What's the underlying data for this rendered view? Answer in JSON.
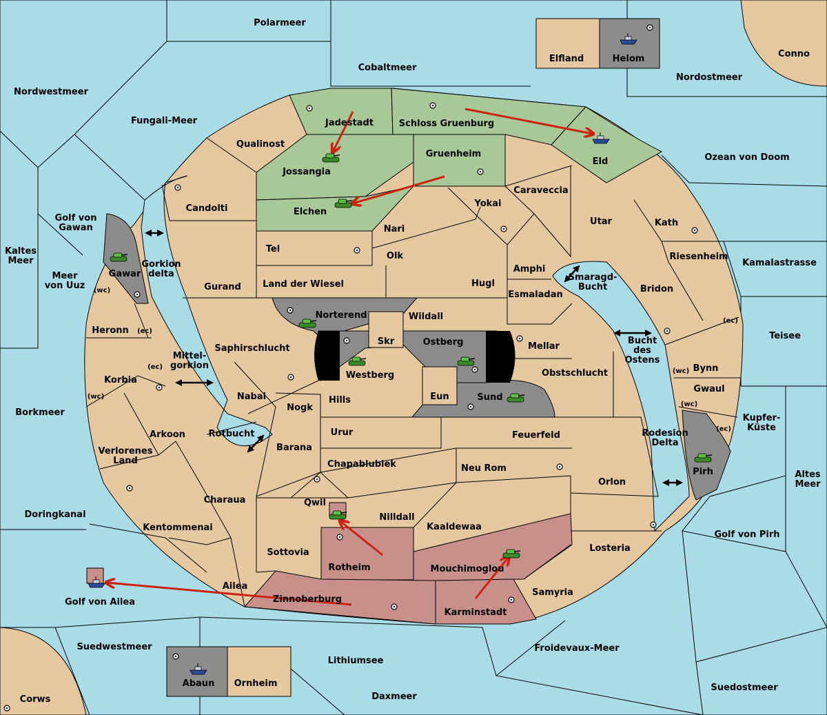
{
  "colors": {
    "sea": "#aadce8",
    "land": "#e5c8a0",
    "green_power": "#a8c898",
    "red_power": "#c8908a",
    "grey_power": "#8c8c8c",
    "move_arrow": "#cc2211"
  },
  "seas": {
    "polarmeer": "Polarmeer",
    "cobaltmeer": "Cobaltmeer",
    "nordwestmeer": "Nordwestmeer",
    "fungali": "Fungali-Meer",
    "nordostmeer": "Nordostmeer",
    "conno": "Conno",
    "ozean": "Ozean von Doom",
    "kamalastrasse": "Kamalastrasse",
    "teisee": "Teisee",
    "kupfer": "Kupfer-\nKüste",
    "altes": "Altes\nMeer",
    "golf_pirh": "Golf von Pirh",
    "suedostmeer": "Suedostmeer",
    "froidevaux": "Froidevaux-Meer",
    "daxmeer": "Daxmeer",
    "lithiumsee": "Lithiumsee",
    "suedwestmeer": "Suedwestmeer",
    "corws": "Corws",
    "golf_ailea": "Golf von Ailea",
    "doringkanal": "Doringkanal",
    "borkmeer": "Borkmeer",
    "kaltes": "Kaltes\nMeer",
    "golf_gawan": "Golf von\nGawan",
    "meer_uuz": "Meer\nvon Uuz",
    "gorkion": "Gorkion\ndelta",
    "mittelgorkion": "Mittel-\ngorkion",
    "rotbucht": "Rotbucht",
    "smaragd": "Smaragd-\nBucht",
    "bucht_ostens": "Bucht\ndes\nOstens",
    "rodesion": "Rodesion\nDelta"
  },
  "lands": {
    "elfland": "Elfland",
    "helom": "Helom",
    "jadestadt": "Jadestadt",
    "schloss": "Schloss Gruenburg",
    "qualinost": "Qualinost",
    "jossangia": "Jossangia",
    "gruenheim": "Gruenheim",
    "eld": "Eld",
    "candolti": "Candolti",
    "caraveccia": "Caraveccia",
    "elchen": "Elchen",
    "yokai": "Yokai",
    "nari": "Nari",
    "utar": "Utar",
    "kath": "Kath",
    "tel": "Tel",
    "olk": "Olk",
    "amphi": "Amphi",
    "riesenheim": "Riesenheim",
    "gawar": "Gawar",
    "gurand": "Gurand",
    "land_wiesel": "Land der Wiesel",
    "hugl": "Hugl",
    "esmaladan": "Esmaladan",
    "bridon": "Bridon",
    "norterend": "Norterend",
    "wildall": "Wildall",
    "heronn": "Heronn",
    "skr": "Skr",
    "ostberg": "Ostberg",
    "mellar": "Mellar",
    "saphir": "Saphirschlucht",
    "westberg": "Westberg",
    "obstschlucht": "Obstschlucht",
    "bynn": "Bynn",
    "korbia": "Korbia",
    "nabai": "Nabai",
    "hills": "Hills",
    "eun": "Eun",
    "sund": "Sund",
    "gwaul": "Gwaul",
    "nogk": "Nogk",
    "arkoon": "Arkoon",
    "urur": "Urur",
    "feuerfeld": "Feuerfeld",
    "barana": "Barana",
    "verlorenes": "Verlorenes\nLand",
    "chapablublek": "Chapablublek",
    "neu_rom": "Neu Rom",
    "orlon": "Orlon",
    "pirh": "Pirh",
    "qwil": "Qwil",
    "charaua": "Charaua",
    "nilldall": "Nilldall",
    "kentommenai": "Kentommenai",
    "kaaldewaa": "Kaaldewaa",
    "sottovia": "Sottovia",
    "losteria": "Losteria",
    "rotheim": "Rotheim",
    "mouchimoglou": "Mouchimoglou",
    "ailea": "Ailea",
    "samyria": "Samyria",
    "zinnoberburg": "Zinnoberburg",
    "karminstadt": "Karminstadt",
    "abaun": "Abaun",
    "ornheim": "Ornheim"
  },
  "coasts": {
    "wc": "(wc)",
    "ec": "(ec)"
  },
  "unit_types": {
    "army": "tank-icon",
    "fleet": "ship-icon"
  }
}
